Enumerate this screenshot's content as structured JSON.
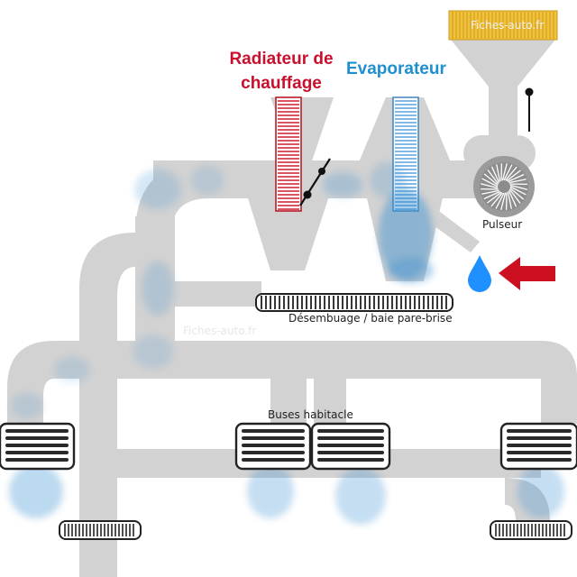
{
  "labels": {
    "heater": "Radiateur de chauffage",
    "evaporator": "Evaporateur",
    "blower": "Pulseur",
    "defrost": "Désembuage / baie pare-brise",
    "cabin_vents": "Buses habitacle"
  },
  "watermark": "Fiches-auto.fr",
  "colors": {
    "duct": "#d2d2d2",
    "heater_fins": "#d01c2c",
    "evaporator_fins": "#5aa2dc",
    "air_mist": "#3a8fd0",
    "inlet_arrow": "#cc1020",
    "water_drop": "#1e90ff",
    "filter": "#f2c33a",
    "vent_grille": "#2a2a2a"
  },
  "icons": {
    "inlet": "red-arrow-left-icon",
    "condensate": "water-drop-icon",
    "blower": "fan-wheel-icon",
    "cabin_filter": "pollen-filter-icon"
  }
}
